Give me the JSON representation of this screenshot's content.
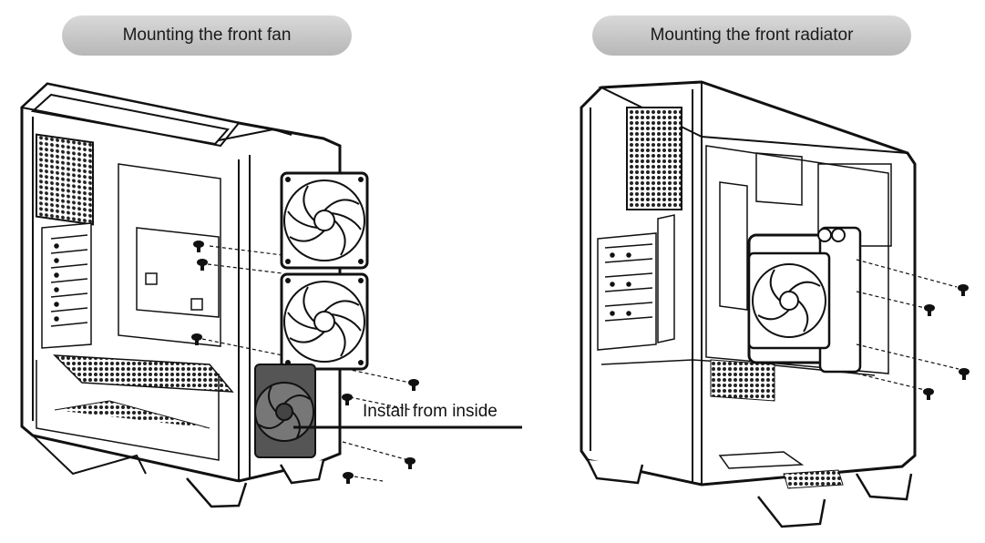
{
  "left_panel": {
    "title": "Mounting the front fan"
  },
  "right_panel": {
    "title": "Mounting the front radiator"
  },
  "callout": {
    "text": "Install from inside"
  }
}
